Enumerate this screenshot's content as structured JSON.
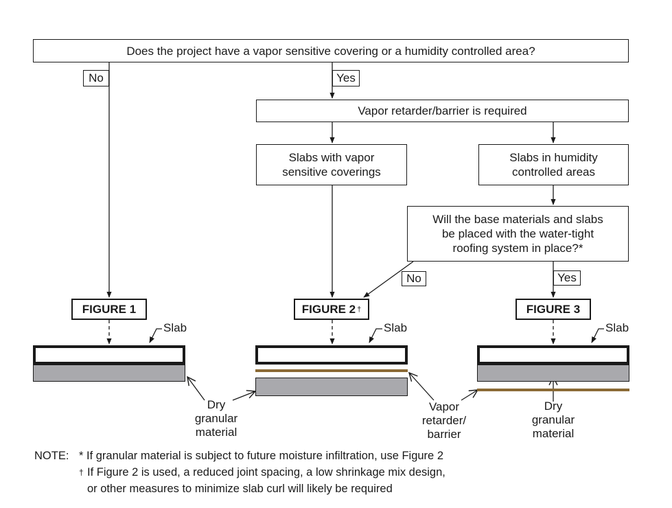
{
  "question": "Does the project have a vapor sensitive covering or a humidity controlled area?",
  "branch_no": "No",
  "branch_yes": "Yes",
  "required": "Vapor retarder/barrier is required",
  "sensitive_line1": "Slabs with vapor",
  "sensitive_line2": "sensitive coverings",
  "humidity_line1": "Slabs in humidity",
  "humidity_line2": "controlled areas",
  "base_q_line1": "Will the base materials and slabs",
  "base_q_line2": "be placed with the water-tight",
  "base_q_line3": "roofing system in place?*",
  "base_no": "No",
  "base_yes": "Yes",
  "figure1": "FIGURE 1",
  "figure2": "FIGURE 2",
  "figure2_mark": "†",
  "figure3": "FIGURE 3",
  "slab_label": "Slab",
  "dry_line1": "Dry",
  "dry_line2": "granular",
  "dry_line3": "material",
  "vapor_line1": "Vapor",
  "vapor_line2": "retarder/",
  "vapor_line3": "barrier",
  "note_label": "NOTE:",
  "note_star": "* If granular material is subject to future moisture infiltration, use Figure 2",
  "note_dagger_mark": "†",
  "note_dagger_line1": "If Figure 2 is used, a reduced joint spacing, a low shrinkage mix design,",
  "note_dagger_line2": "or other measures to minimize slab curl will likely be required",
  "colors": {
    "line": "#1a1a1a",
    "granular": "#a9a9ad",
    "vapor": "#8b6a35"
  }
}
